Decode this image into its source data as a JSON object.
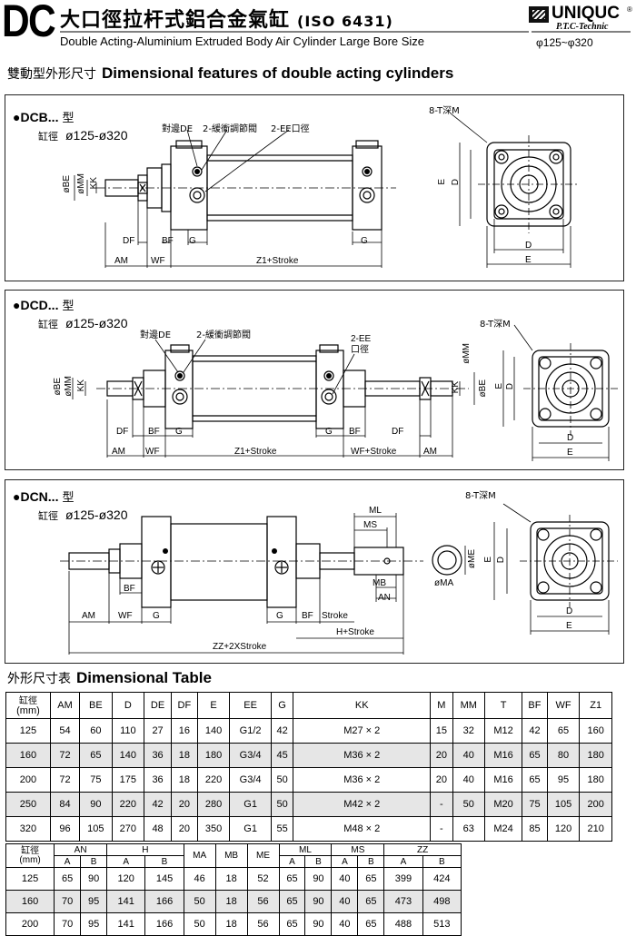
{
  "header": {
    "series": "DC",
    "title_cn": "大口徑拉杆式鋁合金氣缸",
    "iso": "(ISO 6431)",
    "title_en": "Double Acting-Aluminium Extruded Body Air Cylinder Large Bore Size",
    "brand": "UNIQUC",
    "brand_reg": "®",
    "brand_sub": "P.T.C-Technic",
    "range": "φ125~φ320"
  },
  "section": {
    "title_cn": "雙動型外形尺寸",
    "title_en": "Dimensional  features of double acting cylinders"
  },
  "dcb": {
    "model": "●DCB...",
    "type_cn": "型",
    "bore_cn": "缸徑",
    "bore": "ø125-ø320",
    "labels": {
      "de": "對邊DE",
      "valve": "2-緩衝調節閥",
      "ee": "2-EE口徑",
      "t": "8-T深M",
      "be": "øBE",
      "mm": "øMM",
      "kk": "KK",
      "df": "DF",
      "bf": "BF",
      "g1": "G",
      "g2": "G",
      "am": "AM",
      "wf": "WF",
      "z1": "Z1+Stroke",
      "d1": "D",
      "e1": "E",
      "d2": "D",
      "e2": "E"
    }
  },
  "dcd": {
    "model": "●DCD...",
    "type_cn": "型",
    "bore_cn": "缸徑",
    "bore": "ø125-ø320",
    "labels": {
      "de": "對邊DE",
      "valve": "2-緩衝調節閥",
      "ee1": "2-EE",
      "ee2": "口徑",
      "t": "8-T深M",
      "be": "øBE",
      "mm": "øMM",
      "kk": "KK",
      "mm2": "øMM",
      "kk2": "KK",
      "be2": "øBE",
      "df": "DF",
      "bf": "BF",
      "g1": "G",
      "g2": "G",
      "bf2": "BF",
      "df2": "DF",
      "am": "AM",
      "wf": "WF",
      "z1": "Z1+Stroke",
      "wf2": "WF+Stroke",
      "am2": "AM",
      "d1": "D",
      "e1": "E",
      "d2": "D",
      "e2": "E"
    }
  },
  "dcn": {
    "model": "●DCN...",
    "type_cn": "型",
    "bore_cn": "缸徑",
    "bore": "ø125-ø320",
    "labels": {
      "ml": "ML",
      "ms": "MS",
      "me": "øME",
      "mb": "MB",
      "an": "AN",
      "ma": "øMA",
      "bf": "BF",
      "am": "AM",
      "wf": "WF",
      "g1": "G",
      "g2": "G",
      "bf2": "BF",
      "stroke": "Stroke",
      "h": "H+Stroke",
      "zz": "ZZ+2XStroke",
      "t": "8-T深M",
      "d1": "D",
      "e1": "E",
      "d2": "D",
      "e2": "E"
    }
  },
  "table_title": {
    "cn": "外形尺寸表",
    "en": "Dimensional  Table"
  },
  "table1": {
    "bore_cn": "缸徑",
    "bore_unit": "(mm)",
    "columns": [
      "AM",
      "BE",
      "D",
      "DE",
      "DF",
      "E",
      "EE",
      "G",
      "KK",
      "M",
      "MM",
      "T",
      "BF",
      "WF",
      "Z1"
    ],
    "rows": [
      [
        "125",
        "54",
        "60",
        "110",
        "27",
        "16",
        "140",
        "G1/2",
        "42",
        "M27 × 2",
        "15",
        "32",
        "M12",
        "42",
        "65",
        "160"
      ],
      [
        "160",
        "72",
        "65",
        "140",
        "36",
        "18",
        "180",
        "G3/4",
        "45",
        "M36 × 2",
        "20",
        "40",
        "M16",
        "65",
        "80",
        "180"
      ],
      [
        "200",
        "72",
        "75",
        "175",
        "36",
        "18",
        "220",
        "G3/4",
        "50",
        "M36 × 2",
        "20",
        "40",
        "M16",
        "65",
        "95",
        "180"
      ],
      [
        "250",
        "84",
        "90",
        "220",
        "42",
        "20",
        "280",
        "G1",
        "50",
        "M42 × 2",
        "-",
        "50",
        "M20",
        "75",
        "105",
        "200"
      ],
      [
        "320",
        "96",
        "105",
        "270",
        "48",
        "20",
        "350",
        "G1",
        "55",
        "M48 × 2",
        "-",
        "63",
        "M24",
        "85",
        "120",
        "210"
      ]
    ]
  },
  "table2": {
    "bore_cn": "缸徑",
    "bore_unit": "(mm)",
    "groups": [
      {
        "name": "AN",
        "subs": [
          "A",
          "B"
        ]
      },
      {
        "name": "H",
        "subs": [
          "A",
          "B"
        ]
      },
      {
        "name": "MA",
        "subs": []
      },
      {
        "name": "MB",
        "subs": []
      },
      {
        "name": "ME",
        "subs": []
      },
      {
        "name": "ML",
        "subs": [
          "A",
          "B"
        ]
      },
      {
        "name": "MS",
        "subs": [
          "A",
          "B"
        ]
      },
      {
        "name": "ZZ",
        "subs": [
          "A",
          "B"
        ]
      }
    ],
    "rows": [
      [
        "125",
        "65",
        "90",
        "120",
        "145",
        "46",
        "18",
        "52",
        "65",
        "90",
        "40",
        "65",
        "399",
        "424"
      ],
      [
        "160",
        "70",
        "95",
        "141",
        "166",
        "50",
        "18",
        "56",
        "65",
        "90",
        "40",
        "65",
        "473",
        "498"
      ],
      [
        "200",
        "70",
        "95",
        "141",
        "166",
        "50",
        "18",
        "56",
        "65",
        "90",
        "40",
        "65",
        "488",
        "513"
      ]
    ]
  }
}
